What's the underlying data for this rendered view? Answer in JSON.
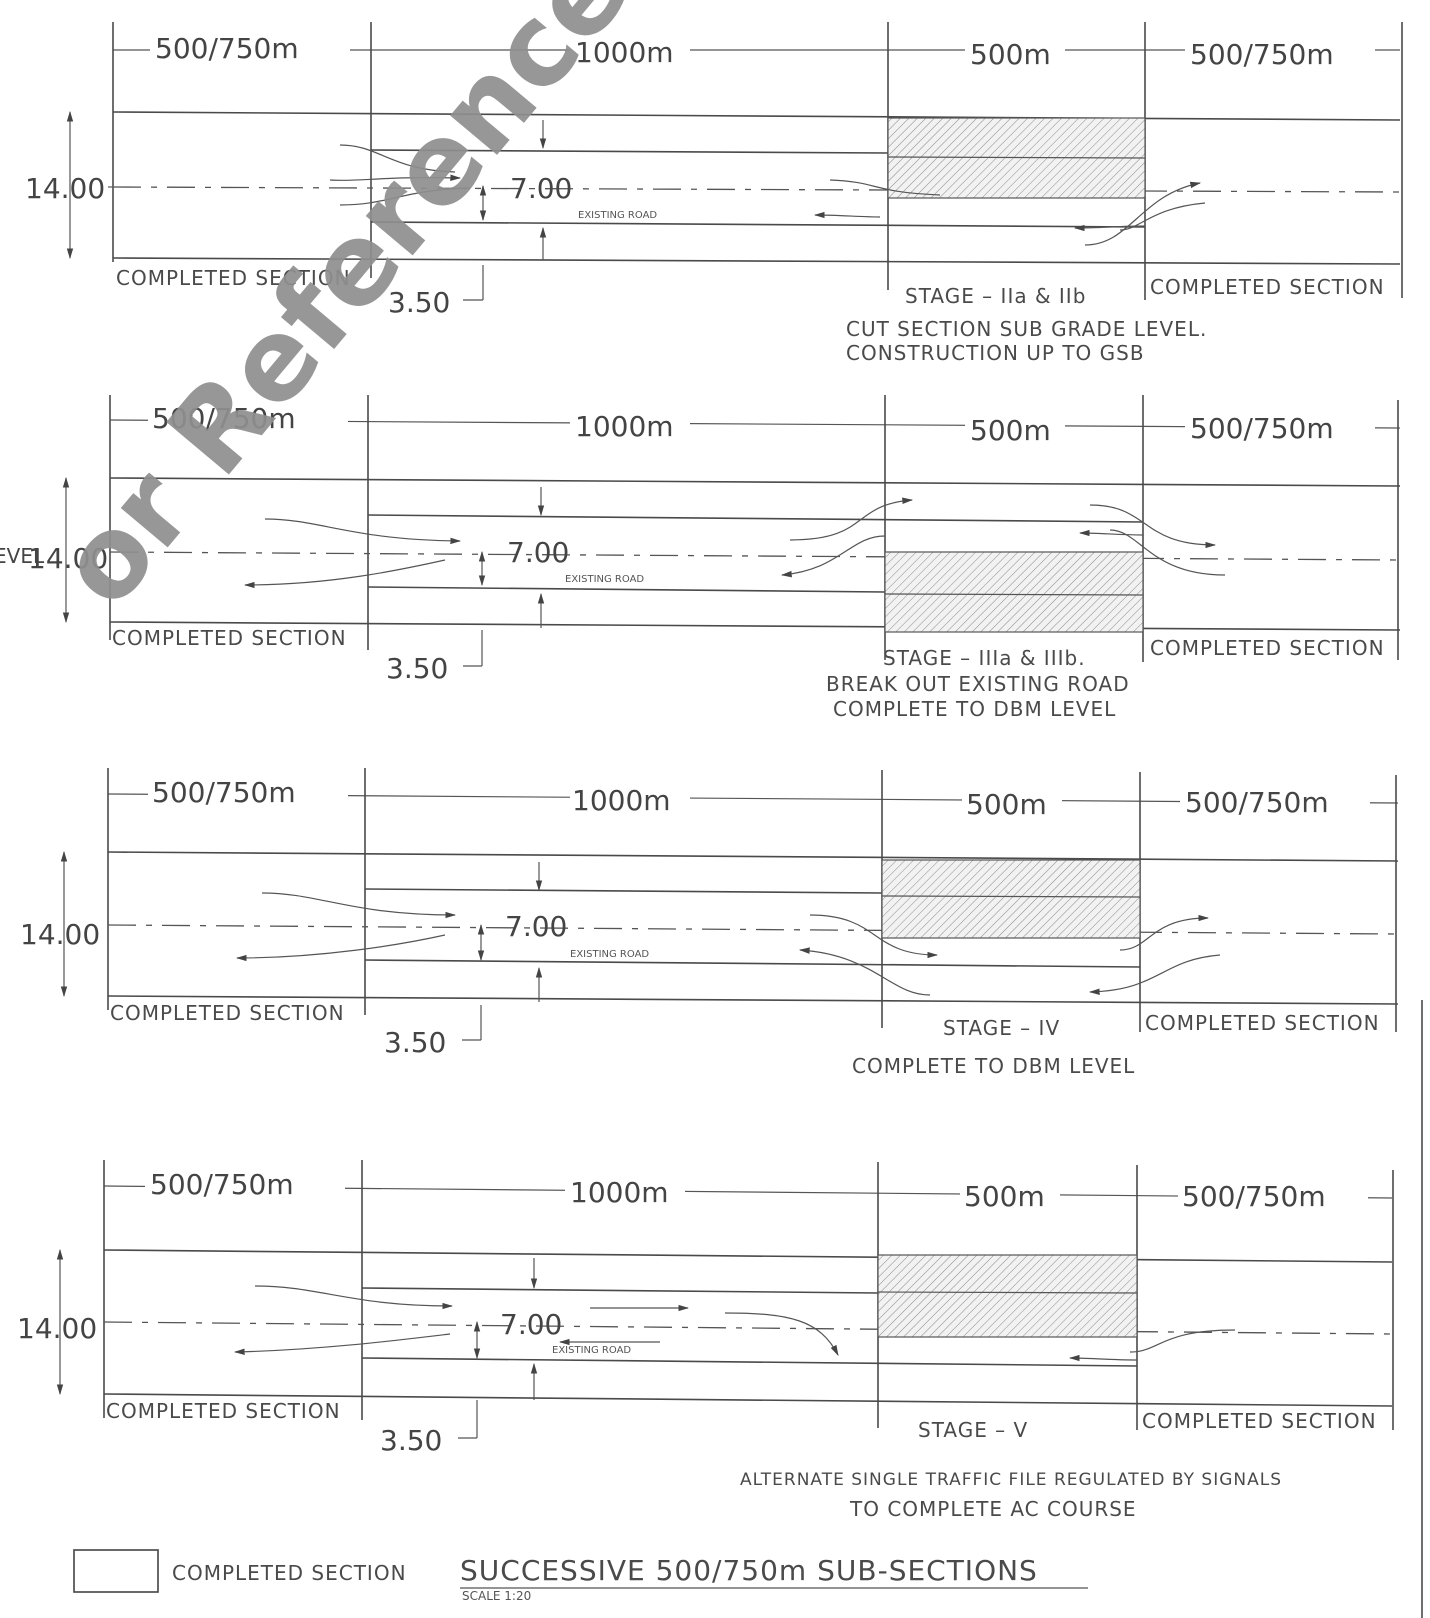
{
  "watermark": "or Reference",
  "stages": [
    {
      "seg_labels": [
        "500/750m",
        "1000m",
        "500m",
        "500/750m"
      ],
      "width_total": "14.00",
      "width_half": "7.00",
      "width_lane": "3.50",
      "existing_road": "EXISTING ROAD",
      "completed_left": "COMPLETED SECTION",
      "completed_right": "COMPLETED SECTION",
      "stage_name": "STAGE  –  IIa  &  IIb",
      "notes": [
        "CUT SECTION SUB GRADE LEVEL.",
        "CONSTRUCTION UP TO GSB"
      ]
    },
    {
      "seg_labels": [
        "500/750m",
        "1000m",
        "500m",
        "500/750m"
      ],
      "width_total": "14.00",
      "width_prefix": "EVEL",
      "width_half": "7.00",
      "width_lane": "3.50",
      "existing_road": "EXISTING ROAD",
      "completed_left": "COMPLETED SECTION",
      "completed_right": "COMPLETED SECTION",
      "stage_name": "STAGE  –  IIIa  &  IIIb.",
      "notes": [
        "BREAK OUT EXISTING ROAD",
        "COMPLETE TO DBM LEVEL"
      ]
    },
    {
      "seg_labels": [
        "500/750m",
        "1000m",
        "500m",
        "500/750m"
      ],
      "width_total": "14.00",
      "width_half": "7.00",
      "width_lane": "3.50",
      "existing_road": "EXISTING ROAD",
      "completed_left": "COMPLETED SECTION",
      "completed_right": "COMPLETED SECTION",
      "stage_name": "STAGE  –  IV",
      "notes": [
        "COMPLETE TO DBM LEVEL"
      ]
    },
    {
      "seg_labels": [
        "500/750m",
        "1000m",
        "500m",
        "500/750m"
      ],
      "width_total": "14.00",
      "width_half": "7.00",
      "width_lane": "3.50",
      "existing_road": "EXISTING ROAD",
      "completed_left": "COMPLETED SECTION",
      "completed_right": "COMPLETED SECTION",
      "stage_name": "STAGE  –  V",
      "notes": [
        "ALTERNATE SINGLE TRAFFIC FILE REGULATED BY SIGNALS",
        "TO COMPLETE AC COURSE"
      ]
    }
  ],
  "legend": {
    "label": "COMPLETED SECTION",
    "title": "SUCCESSIVE 500/750m SUB-SECTIONS",
    "scale": "SCALE 1:20"
  }
}
